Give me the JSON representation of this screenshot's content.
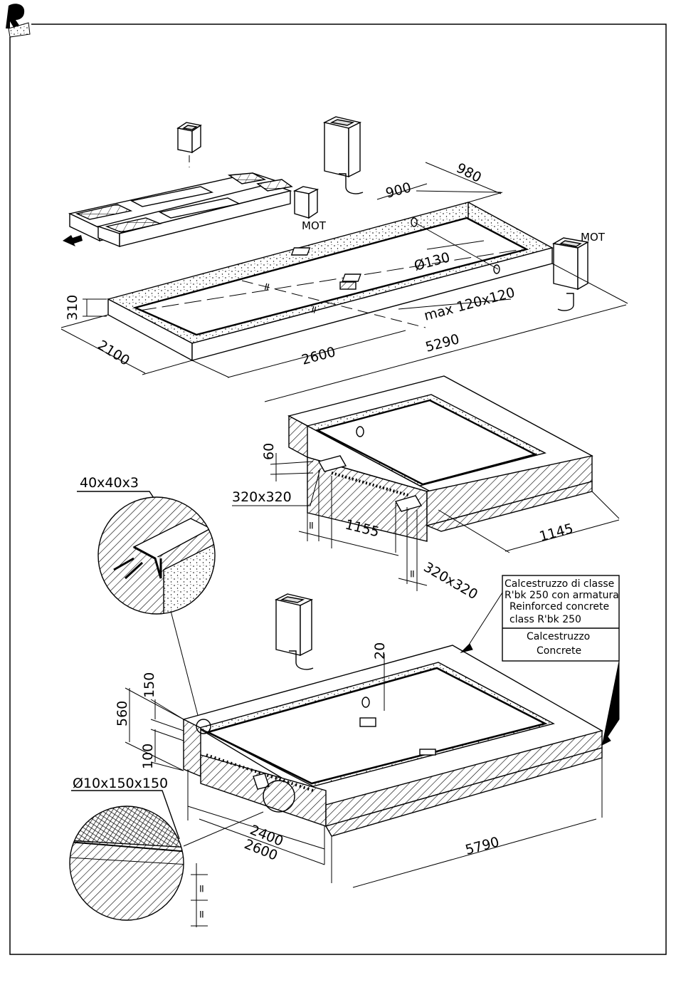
{
  "section_top": {
    "dim_310": "310",
    "dim_2100": "2100",
    "dim_2600": "2600",
    "dim_5290": "5290",
    "dim_900": "900",
    "dim_980": "980",
    "dim_diameter": "Ø130",
    "dim_max": "max 120x120",
    "eq_mark": "=",
    "mot_label": "MOT"
  },
  "section_middle": {
    "dim_60": "60",
    "dim_320a": "320x320",
    "dim_320b": "320x320",
    "dim_1155": "1155",
    "dim_1145": "1145",
    "eq_mark": "=",
    "detail_label": "40x40x3"
  },
  "section_bottom": {
    "dim_20": "20",
    "dim_150": "150",
    "dim_560": "560",
    "dim_100": "100",
    "dim_2400": "2400",
    "dim_2600": "2600",
    "dim_5790": "5790",
    "mesh_label": "Ø10x150x150",
    "eq_mark": "="
  },
  "legend": {
    "line1": "Calcestruzzo di classe",
    "line2": "R'bk 250 con armatura",
    "line3": "Reinforced concrete",
    "line4": "class R'bk 250",
    "line5": "Calcestruzzo",
    "line6": "Concrete"
  }
}
